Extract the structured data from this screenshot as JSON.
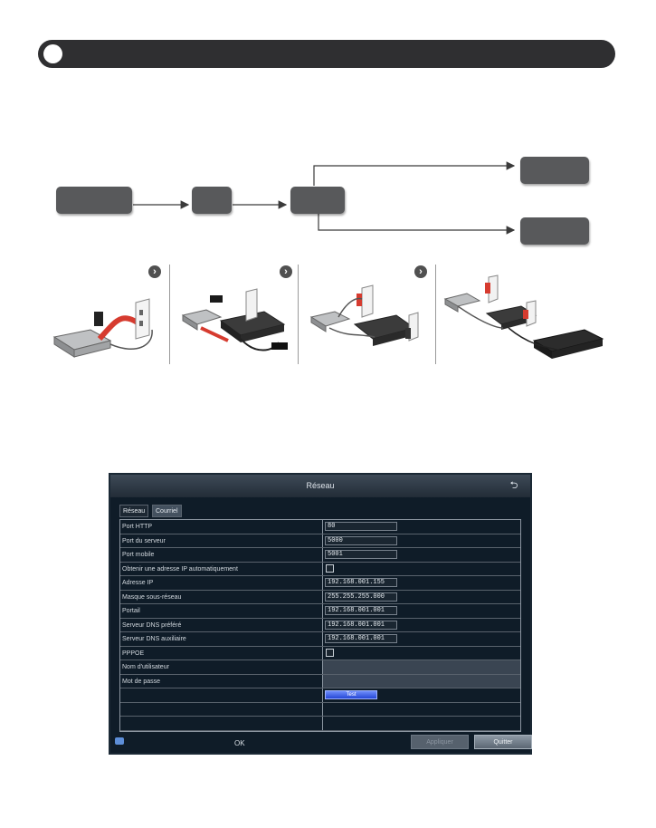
{
  "dialog": {
    "title": "Réseau",
    "tabs": [
      {
        "label": "Réseau",
        "active": true
      },
      {
        "label": "Courriel",
        "active": false
      }
    ],
    "rows": [
      {
        "label": "Port HTTP",
        "type": "input",
        "value": "80"
      },
      {
        "label": "Port du serveur",
        "type": "input",
        "value": "5000"
      },
      {
        "label": "Port mobile",
        "type": "input",
        "value": "5001"
      },
      {
        "label": "Obtenir une adresse IP automatiquement",
        "type": "checkbox",
        "value": ""
      },
      {
        "label": "Adresse IP",
        "type": "input",
        "value": "192.168.001.155"
      },
      {
        "label": "Masque sous-réseau",
        "type": "input",
        "value": "255.255.255.000"
      },
      {
        "label": "Portail",
        "type": "input",
        "value": "192.168.001.001"
      },
      {
        "label": "Serveur DNS préféré",
        "type": "input",
        "value": "192.168.001.001"
      },
      {
        "label": "Serveur DNS auxiliaire",
        "type": "input",
        "value": "192.168.001.001"
      },
      {
        "label": "PPPOE",
        "type": "checkbox",
        "value": ""
      },
      {
        "label": "Nom d'utilisateur",
        "type": "wide",
        "value": ""
      },
      {
        "label": "Mot de passe",
        "type": "wide",
        "value": ""
      },
      {
        "label": "",
        "type": "button",
        "value": "Test"
      },
      {
        "label": "",
        "type": "empty",
        "value": ""
      },
      {
        "label": "",
        "type": "empty",
        "value": ""
      }
    ],
    "footer": {
      "status": "OK",
      "apply_label": "Appliquer",
      "quit_label": "Quitter"
    }
  },
  "colors": {
    "dialog_bg": "#0f1c28",
    "test_button": "#2547d6",
    "header_bar": "#2f2f31",
    "flow_box": "#58595b"
  }
}
